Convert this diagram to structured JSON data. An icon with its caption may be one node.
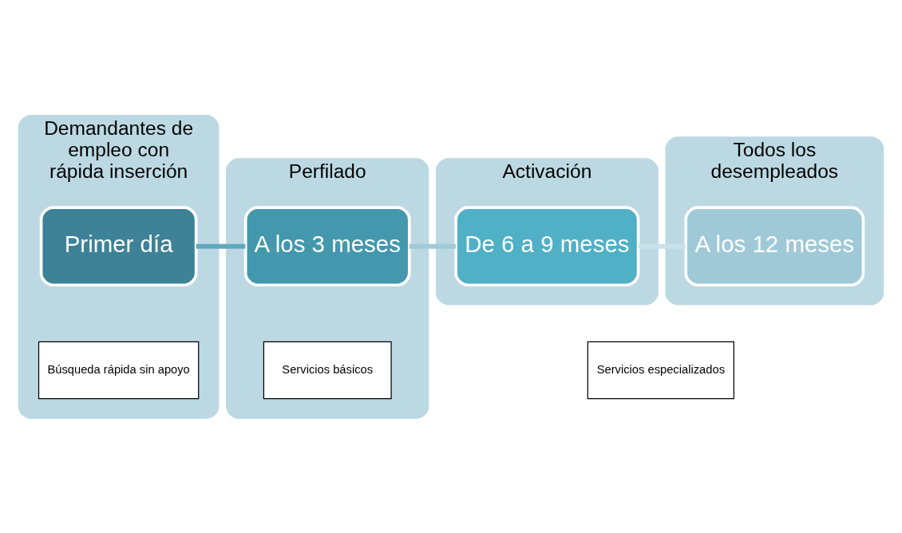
{
  "diagram": {
    "nodes": [
      {
        "text": [
          "Demandantes de empleo con rápida inserción"
        ]
      },
      {
        "text": [
          "Primer día"
        ],
        "in": 0
      },
      {
        "text": [
          "Búsqueda rápida sin apoyo"
        ],
        "in": 0
      },
      {
        "text": [
          "Perfilado"
        ]
      },
      {
        "text": [
          "A los 3 meses"
        ],
        "in": 3
      },
      {
        "text": [
          "Servicios básicos"
        ],
        "in": 3
      },
      {
        "text": [
          "Activación"
        ]
      },
      {
        "text": [
          "De 6 a 9 meses"
        ],
        "in": 6
      },
      {
        "text": [
          "Todos los desempleados"
        ]
      },
      {
        "text": [
          "A los 12 meses"
        ],
        "in": 8
      },
      {
        "text": [
          "Servicios especializados"
        ]
      }
    ],
    "edges": [
      {
        "from": 1,
        "to": 4,
        "arrow": "none",
        "color": "#5fa8bf"
      },
      {
        "from": 4,
        "to": 7,
        "arrow": "none",
        "color": "#9fcbd8"
      },
      {
        "from": 7,
        "to": 9,
        "arrow": "none",
        "color": "#c9e2ea"
      }
    ]
  }
}
